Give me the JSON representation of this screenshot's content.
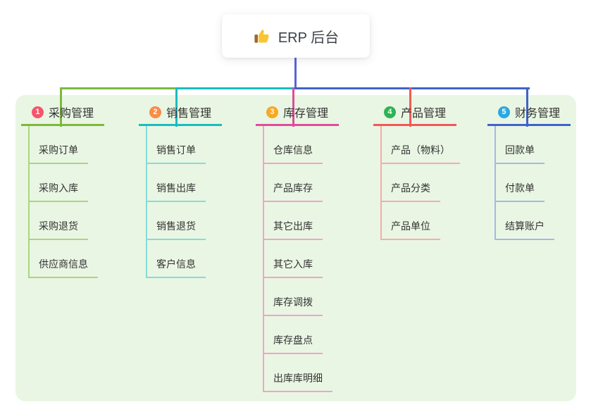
{
  "root": {
    "label": "ERP 后台",
    "icon": "thumbs-up-icon"
  },
  "colors": {
    "panel_bg": "#e9f6e3",
    "root_connector": "#5a63d8",
    "top_segment_colors": [
      "#7cb93e",
      "#1abcc0",
      "#3f63c9"
    ]
  },
  "branches": [
    {
      "badge": "1",
      "label": "采购管理",
      "badge_color": "#f4566c",
      "line_color": "#7cb93e",
      "child_line_color": "#aad681",
      "children": [
        "采购订单",
        "采购入库",
        "采购退货",
        "供应商信息"
      ]
    },
    {
      "badge": "2",
      "label": "销售管理",
      "badge_color": "#fa8c47",
      "line_color": "#1abcc0",
      "child_line_color": "#87dbd8",
      "children": [
        "销售订单",
        "销售出库",
        "销售退货",
        "客户信息"
      ]
    },
    {
      "badge": "3",
      "label": "库存管理",
      "badge_color": "#f9a825",
      "line_color": "#e04c9d",
      "child_line_color": "#f3a2cb",
      "children": [
        "仓库信息",
        "产品库存",
        "其它出库",
        "其它入库",
        "库存调拨",
        "库存盘点",
        "出库库明细"
      ]
    },
    {
      "badge": "4",
      "label": "产品管理",
      "badge_color": "#2eb451",
      "line_color": "#f25858",
      "child_line_color": "#f8abab",
      "children": [
        "产品（物料）",
        "产品分类",
        "产品单位"
      ]
    },
    {
      "badge": "5",
      "label": "财务管理",
      "badge_color": "#2aa9e0",
      "line_color": "#3f63c9",
      "child_line_color": "#a5b8e8",
      "children": [
        "回款单",
        "付款单",
        "结算账户"
      ]
    }
  ]
}
